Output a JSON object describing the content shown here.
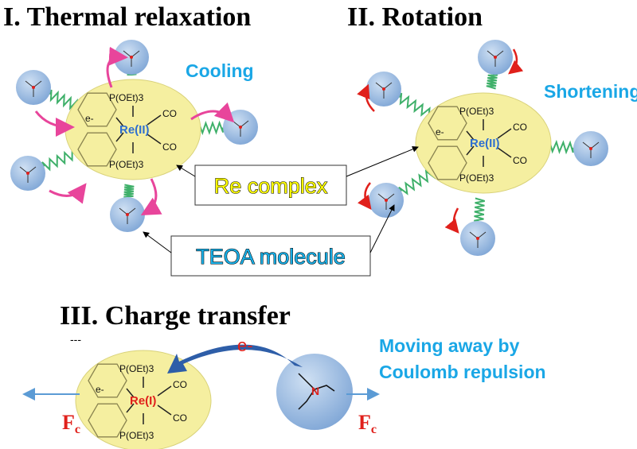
{
  "panels": {
    "thermal": {
      "title": "I. Thermal relaxation",
      "note": "Cooling",
      "metal": "Re(II)"
    },
    "rotation": {
      "title": "II. Rotation",
      "note": "Shortening",
      "metal": "Re(II)"
    },
    "charge": {
      "title": "III. Charge transfer",
      "note_line1": "Moving away by",
      "note_line2": "Coulomb repulsion",
      "metal": "Re(I)",
      "electron": "e-",
      "force_left": "F",
      "force_right": "F",
      "force_sub": "c"
    }
  },
  "labels": {
    "re_complex": "Re complex",
    "teoa": "TEOA molecule"
  },
  "ligands": {
    "phosphite": "P(OEt)3",
    "carbonyl": "CO",
    "electron": "e-"
  },
  "colors": {
    "ellipse": "#f5efa0",
    "molecule": "#8fb3dd",
    "accent": "#1aa7e6",
    "spring": "#3fb06a",
    "red": "#e0201b",
    "magenta": "#e8459b"
  }
}
